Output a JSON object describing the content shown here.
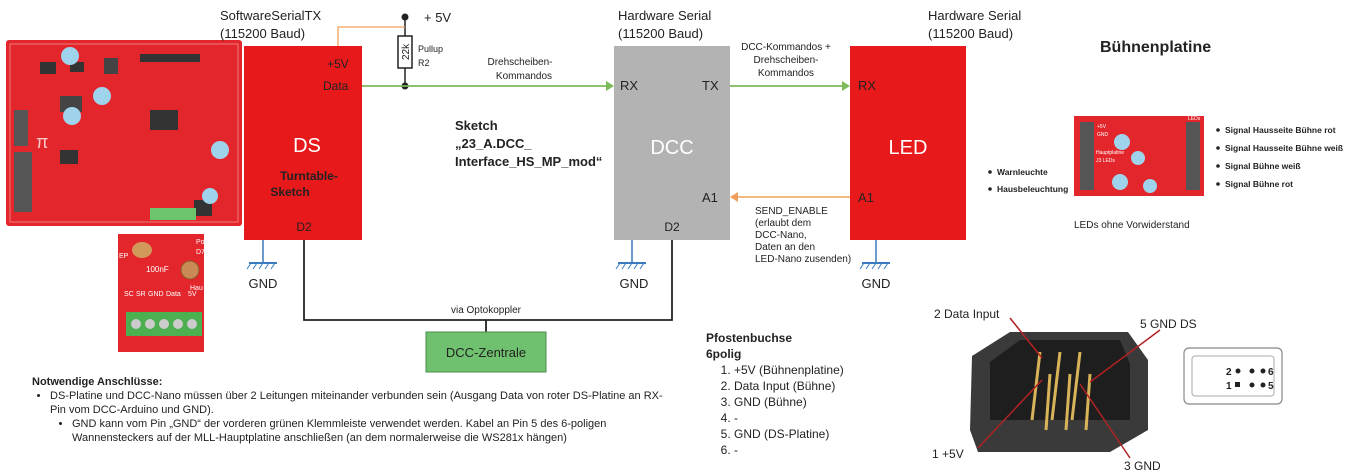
{
  "colors": {
    "ds": "#e8191b",
    "nano": "#b3b3b3",
    "led": "#e8191b",
    "zentrale": "#6fc16f",
    "wire_green": "#7cba5a",
    "wire_orange": "#f0a05a",
    "gnd": "#3a7bbf",
    "pcb": "#e2262b"
  },
  "left_tx": {
    "line1": "SoftwareSerialTX",
    "line2": "(115200 Baud)"
  },
  "power": {
    "label": "+ 5V",
    "resistor_value": "22k",
    "pullup": "Pullup",
    "r2": "R2"
  },
  "ds": {
    "pin_5v": "+5V",
    "pin_data": "Data",
    "name": "DS",
    "subtitle_1": "Turntable-",
    "subtitle_2": "Sketch",
    "pin_d2": "D2"
  },
  "hw1": {
    "line1": "Hardware Serial",
    "line2": "(115200 Baud)"
  },
  "hw2": {
    "line1": "Hardware Serial",
    "line2": "(115200 Baud)"
  },
  "dcc": {
    "pin_rx": "RX",
    "pin_tx": "TX",
    "name": "DCC",
    "pin_a1": "A1",
    "pin_d2": "D2"
  },
  "led": {
    "pin_rx": "RX",
    "name": "LED",
    "pin_a1": "A1"
  },
  "wires": {
    "drehscheiben_1": "Drehscheiben-",
    "drehscheiben_2": "Kommandos",
    "dcc_cmd_1": "DCC-Kommandos +",
    "dcc_cmd_2": "Drehscheiben-",
    "dcc_cmd_3": "Kommandos",
    "send_enable": [
      "SEND_ENABLE",
      "(erlaubt dem",
      "DCC-Nano,",
      "Daten an den",
      "LED-Nano zusenden)"
    ],
    "opto": "via Optokoppler"
  },
  "sketch": {
    "line1": "Sketch",
    "line2": "„23_A.DCC_",
    "line3": "Interface_HS_MP_mod“"
  },
  "gnd": {
    "label": "GND"
  },
  "zentrale": {
    "label": "DCC-Zentrale"
  },
  "buehne": {
    "title": "Bühnenplatine",
    "left_outputs": [
      "Warnleuchte",
      "Hausbeleuchtung"
    ],
    "right_outputs": [
      "Signal Hausseite Bühne rot",
      "Signal Hausseite Bühne weiß",
      "Signal Bühne weiß",
      "Signal Bühne rot"
    ],
    "note": "LEDs ohne Vorwiderstand"
  },
  "notes": {
    "heading": "Notwendige Anschlüsse:",
    "bullet1": "DS-Platine und DCC-Nano müssen über 2 Leitungen miteinander verbunden sein (Ausgang Data von roter DS-Platine an RX-Pin vom DCC-Arduino und GND).",
    "bullet2": "GND kann vom Pin „GND“ der vorderen grünen Klemmleiste verwendet werden. Kabel an Pin 5 des 6-poligen Wannensteckers auf der MLL-Hauptplatine anschließen (an dem normalerweise die WS281x hängen)"
  },
  "pfosten": {
    "title1": "Pfostenbuchse",
    "title2": "6polig",
    "pins": [
      "+5V (Bühnenplatine)",
      "Data Input (Bühne)",
      "GND (Bühne)",
      "-",
      "GND (DS-Platine)",
      "-"
    ]
  },
  "connector": {
    "label_data": "2 Data Input",
    "label_gnd_ds": "5 GND DS",
    "label_5v": "1 +5V",
    "label_gnd": "3 GND",
    "pin_labels": [
      "2",
      "1",
      "6",
      "5"
    ]
  },
  "pcb_small": {
    "cap": "100nF",
    "pins": [
      "SC",
      "SR",
      "GND",
      "Data",
      "5V"
    ],
    "labels": [
      "Po",
      "D7",
      "Hau",
      "EP"
    ]
  },
  "pcb_buehne": {
    "labels": [
      "+5V",
      "GND",
      "Hauptplatine",
      "J3 LEDs",
      "LEDs"
    ]
  }
}
